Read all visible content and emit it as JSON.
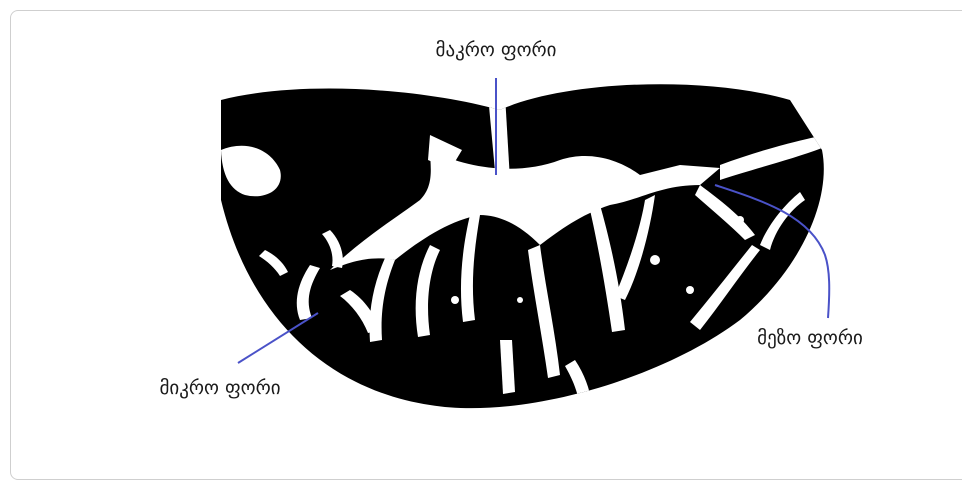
{
  "diagram": {
    "labels": {
      "macro_pore": "მაკრო ფორი",
      "meso_pore": "მეზო ფორი",
      "micro_pore": "მიკრო ფორი"
    },
    "colors": {
      "material": "#000000",
      "pores": "#ffffff",
      "leader_lines": "#4a52c8",
      "frame_border": "#cfcfcf"
    }
  }
}
